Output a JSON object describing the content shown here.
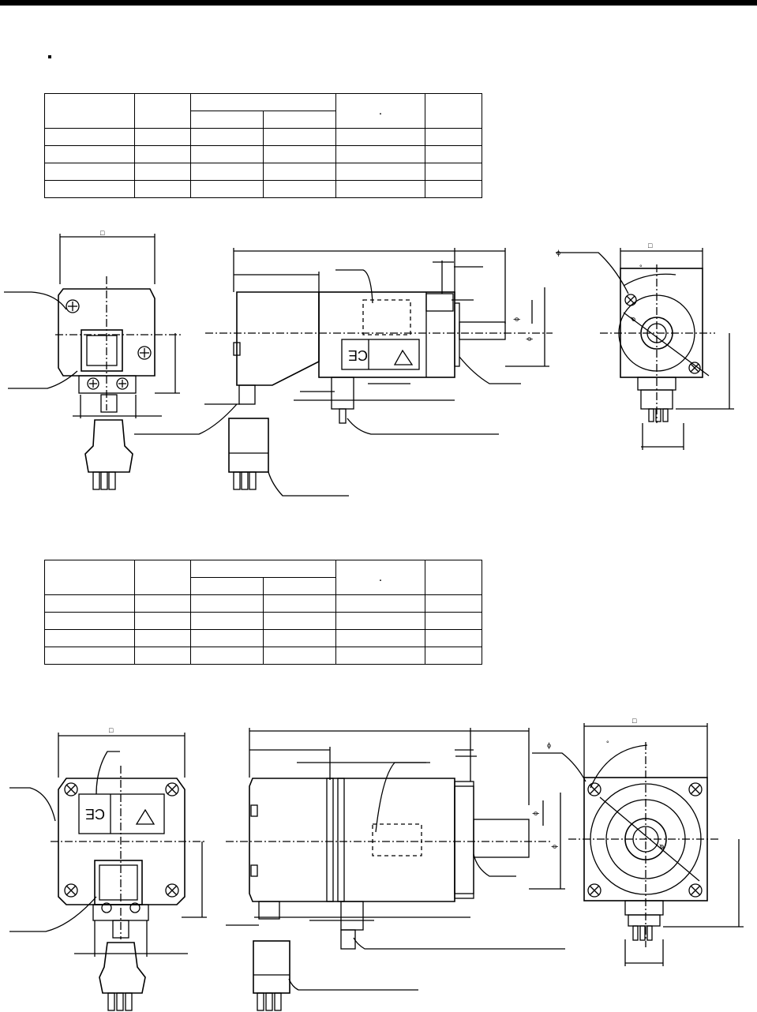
{
  "drawing": {
    "ce_mark": "CE",
    "square_symbol": "□",
    "phi_symbol": "ϕ",
    "degree_symbol": "°",
    "table_dot": "."
  },
  "tables": [
    {
      "rows": 6,
      "cols": 6
    },
    {
      "rows": 6,
      "cols": 6
    }
  ]
}
